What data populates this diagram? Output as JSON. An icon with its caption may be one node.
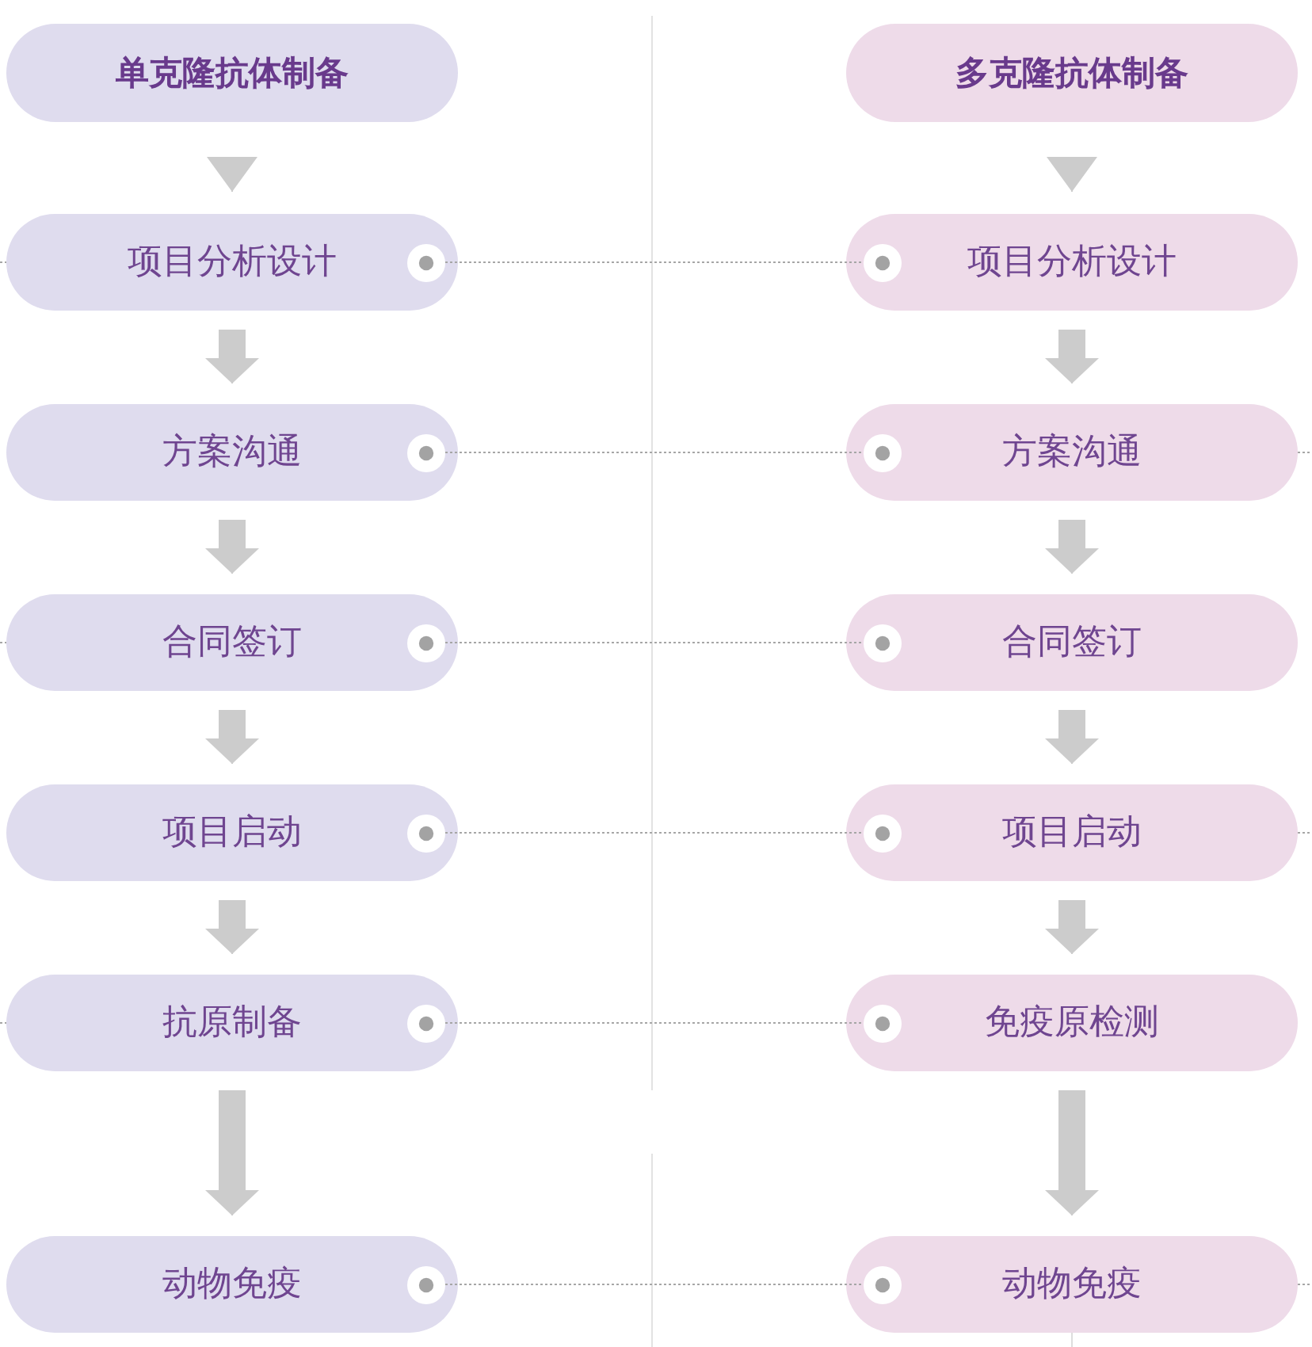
{
  "diagram": {
    "nodes": [
      {
        "text": [
          "单克隆抗体制备"
        ]
      },
      {
        "text": [
          "多克隆抗体制备"
        ]
      },
      {
        "text": [
          "项目分析设计"
        ]
      },
      {
        "text": [],
        "shape": "circle",
        "in": 2
      },
      {
        "text": [
          "项目分析设计"
        ]
      },
      {
        "text": [],
        "shape": "circle",
        "in": 4
      },
      {
        "text": [
          "方案沟通"
        ]
      },
      {
        "text": [],
        "shape": "circle",
        "in": 6
      },
      {
        "text": [
          "方案沟通"
        ]
      },
      {
        "text": [],
        "shape": "circle",
        "in": 8
      },
      {
        "text": [
          "合同签订"
        ]
      },
      {
        "text": [],
        "shape": "circle",
        "in": 10
      },
      {
        "text": [
          "合同签订"
        ]
      },
      {
        "text": [],
        "shape": "circle",
        "in": 12
      },
      {
        "text": [
          "项目启动"
        ]
      },
      {
        "text": [],
        "shape": "circle",
        "in": 14
      },
      {
        "text": [
          "项目启动"
        ]
      },
      {
        "text": [],
        "shape": "circle",
        "in": 16
      },
      {
        "text": [
          "抗原制备"
        ]
      },
      {
        "text": [],
        "shape": "circle",
        "in": 18
      },
      {
        "text": [
          "免疫原检测"
        ]
      },
      {
        "text": [],
        "shape": "circle",
        "in": 20
      },
      {
        "text": [
          "动物免疫"
        ]
      },
      {
        "text": [],
        "shape": "circle",
        "in": 22
      },
      {
        "text": [
          "动物免疫"
        ]
      },
      {
        "text": [],
        "shape": "circle",
        "in": 24
      }
    ],
    "edges": [
      {
        "from": 0,
        "to": 2,
        "arrow": "to"
      },
      {
        "from": 2,
        "to": 6,
        "arrow": "to"
      },
      {
        "from": 6,
        "to": 10,
        "arrow": "to"
      },
      {
        "from": 10,
        "to": 14,
        "arrow": "to"
      },
      {
        "from": 14,
        "to": 18,
        "arrow": "to"
      },
      {
        "from": 18,
        "to": 22,
        "arrow": "to"
      },
      {
        "from": 1,
        "to": 4,
        "arrow": "to"
      },
      {
        "from": 4,
        "to": 8,
        "arrow": "to"
      },
      {
        "from": 8,
        "to": 12,
        "arrow": "to"
      },
      {
        "from": 12,
        "to": 16,
        "arrow": "to"
      },
      {
        "from": 16,
        "to": 20,
        "arrow": "to"
      },
      {
        "from": 20,
        "to": 24,
        "arrow": "to"
      },
      {
        "from": 3,
        "to": 5,
        "arrow": "none",
        "style": "dashed",
        "color": "#a6a6a6"
      },
      {
        "from": 7,
        "to": 9,
        "arrow": "none",
        "style": "dashed",
        "color": "#a6a6a6"
      },
      {
        "from": 11,
        "to": 13,
        "arrow": "none",
        "style": "dashed",
        "color": "#a6a6a6"
      },
      {
        "from": 15,
        "to": 17,
        "arrow": "none",
        "style": "dashed",
        "color": "#a6a6a6"
      },
      {
        "from": 19,
        "to": 21,
        "arrow": "none",
        "style": "dashed",
        "color": "#a6a6a6"
      },
      {
        "from": 23,
        "to": 25,
        "arrow": "none",
        "style": "dashed",
        "color": "#a6a6a6"
      },
      {
        "from": null,
        "to": 2,
        "arrow": "none",
        "style": "dashed",
        "color": "#a6a6a6"
      },
      {
        "from": null,
        "to": 10,
        "arrow": "none",
        "style": "dashed",
        "color": "#a6a6a6"
      },
      {
        "from": null,
        "to": 18,
        "arrow": "none",
        "style": "dashed",
        "color": "#a6a6a6"
      },
      {
        "from": 8,
        "to": null,
        "arrow": "none",
        "style": "dashed",
        "color": "#a6a6a6"
      },
      {
        "from": 16,
        "to": null,
        "arrow": "none",
        "style": "dashed",
        "color": "#a6a6a6"
      },
      {
        "from": 24,
        "to": null,
        "arrow": "none",
        "style": "dashed",
        "color": "#a6a6a6"
      },
      {
        "from": 24,
        "to": null,
        "arrow": "none",
        "color": "#dddddd"
      }
    ]
  }
}
